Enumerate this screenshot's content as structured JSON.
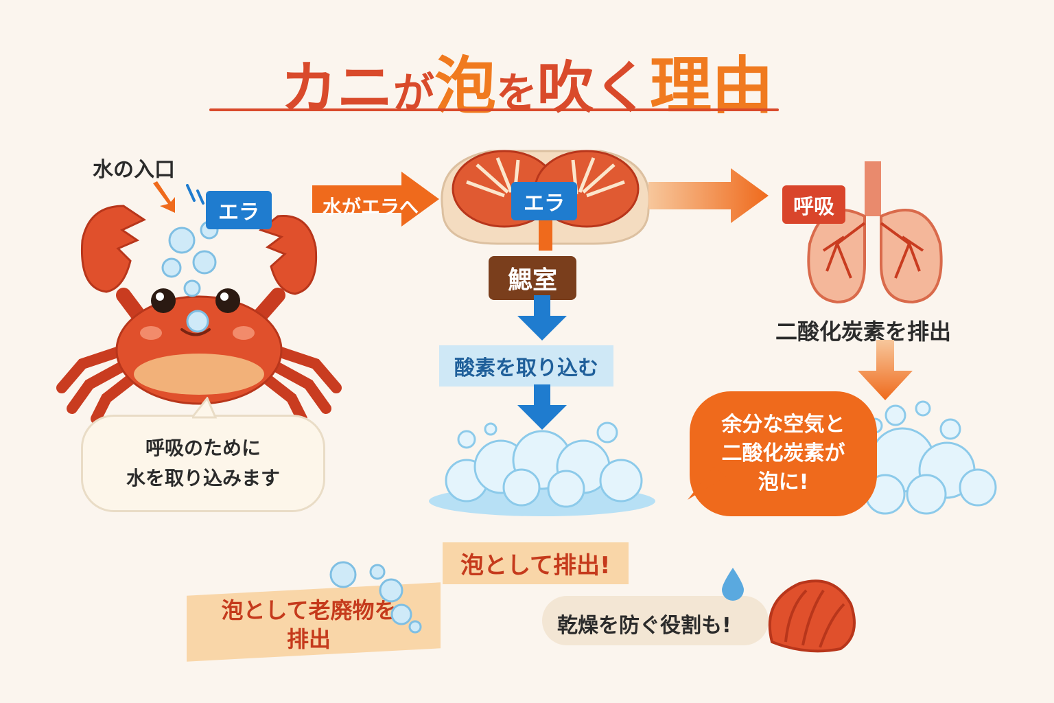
{
  "title": {
    "part1": "カニ",
    "part2": "が",
    "part3": "泡",
    "part4": "を",
    "part5": "吹く",
    "part6": "理由"
  },
  "labels": {
    "water_inlet": "水の入口",
    "gill_tag_crab": "エラ",
    "water_to_gill": "水がエラへ",
    "gill_tag_center": "エラ",
    "gill_chamber": "鰓室",
    "oxygen": "酸素を取り込む",
    "bubble_discharge": "泡として排出!",
    "respiration": "呼吸",
    "co2_discharge": "二酸化炭素を排出",
    "crab_speech_line1": "呼吸のために",
    "crab_speech_line2": "水を取り込みます",
    "orange_speech_line1": "余分な空気と",
    "orange_speech_line2": "二酸化炭素が",
    "orange_speech_line3": "泡に!",
    "waste_line1": "泡として老廃物を",
    "waste_line2": "排出",
    "dry_prevent": "乾燥を防ぐ役割も!"
  },
  "colors": {
    "title_red": "#d94a2b",
    "title_orange": "#f07a1f",
    "blue_tag": "#1f7ccf",
    "brown_tag": "#7a3e1c",
    "orange_arrow": "#ef6a1c",
    "blue_arrow": "#1f7ccf",
    "crab": "#e0502c"
  },
  "icons": [
    "crab-icon",
    "gill-icon",
    "lungs-icon",
    "bubbles-icon",
    "water-drop-icon",
    "shell-icon",
    "arrow-icon"
  ]
}
